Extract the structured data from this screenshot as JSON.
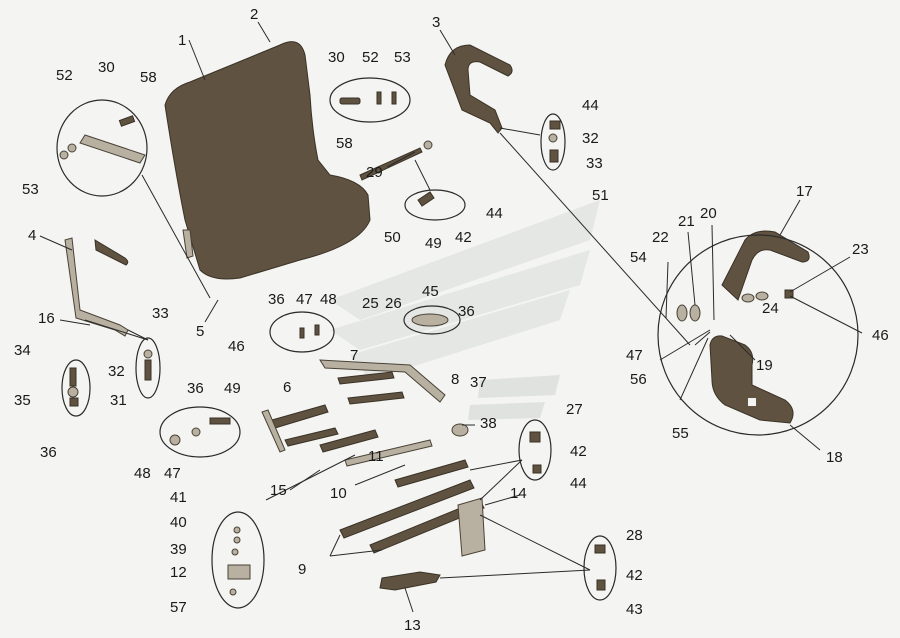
{
  "diagram": {
    "type": "exploded-parts-view",
    "colors": {
      "part": "#5f5240",
      "outline": "#3a3226",
      "background": "#f4f4f2",
      "watermark": "#d9ddd8"
    },
    "labels": [
      {
        "id": "l1",
        "text": "1"
      },
      {
        "id": "l2",
        "text": "2"
      },
      {
        "id": "l3",
        "text": "3"
      },
      {
        "id": "l4",
        "text": "4"
      },
      {
        "id": "l5",
        "text": "5"
      },
      {
        "id": "l6",
        "text": "6"
      },
      {
        "id": "l7",
        "text": "7"
      },
      {
        "id": "l8",
        "text": "8"
      },
      {
        "id": "l9",
        "text": "9"
      },
      {
        "id": "l10",
        "text": "10"
      },
      {
        "id": "l11",
        "text": "11"
      },
      {
        "id": "l12",
        "text": "12"
      },
      {
        "id": "l13",
        "text": "13"
      },
      {
        "id": "l14",
        "text": "14"
      },
      {
        "id": "l15",
        "text": "15"
      },
      {
        "id": "l16",
        "text": "16"
      },
      {
        "id": "l17",
        "text": "17"
      },
      {
        "id": "l18",
        "text": "18"
      },
      {
        "id": "l19",
        "text": "19"
      },
      {
        "id": "l20",
        "text": "20"
      },
      {
        "id": "l21",
        "text": "21"
      },
      {
        "id": "l22",
        "text": "22"
      },
      {
        "id": "l23",
        "text": "23"
      },
      {
        "id": "l24",
        "text": "24"
      },
      {
        "id": "l25",
        "text": "25"
      },
      {
        "id": "l26",
        "text": "26"
      },
      {
        "id": "l27",
        "text": "27"
      },
      {
        "id": "l28",
        "text": "28"
      },
      {
        "id": "l29",
        "text": "29"
      },
      {
        "id": "l30a",
        "text": "30"
      },
      {
        "id": "l30b",
        "text": "30"
      },
      {
        "id": "l31",
        "text": "31"
      },
      {
        "id": "l32a",
        "text": "32"
      },
      {
        "id": "l32b",
        "text": "32"
      },
      {
        "id": "l33a",
        "text": "33"
      },
      {
        "id": "l33b",
        "text": "33"
      },
      {
        "id": "l34",
        "text": "34"
      },
      {
        "id": "l35",
        "text": "35"
      },
      {
        "id": "l36a",
        "text": "36"
      },
      {
        "id": "l36b",
        "text": "36"
      },
      {
        "id": "l36c",
        "text": "36"
      },
      {
        "id": "l36d",
        "text": "36"
      },
      {
        "id": "l37",
        "text": "37"
      },
      {
        "id": "l38",
        "text": "38"
      },
      {
        "id": "l39",
        "text": "39"
      },
      {
        "id": "l40",
        "text": "40"
      },
      {
        "id": "l41",
        "text": "41"
      },
      {
        "id": "l42a",
        "text": "42"
      },
      {
        "id": "l42b",
        "text": "42"
      },
      {
        "id": "l42c",
        "text": "42"
      },
      {
        "id": "l43",
        "text": "43"
      },
      {
        "id": "l44a",
        "text": "44"
      },
      {
        "id": "l44b",
        "text": "44"
      },
      {
        "id": "l44c",
        "text": "44"
      },
      {
        "id": "l45",
        "text": "45"
      },
      {
        "id": "l46a",
        "text": "46"
      },
      {
        "id": "l46b",
        "text": "46"
      },
      {
        "id": "l47a",
        "text": "47"
      },
      {
        "id": "l47b",
        "text": "47"
      },
      {
        "id": "l47c",
        "text": "47"
      },
      {
        "id": "l48a",
        "text": "48"
      },
      {
        "id": "l48b",
        "text": "48"
      },
      {
        "id": "l49a",
        "text": "49"
      },
      {
        "id": "l49b",
        "text": "49"
      },
      {
        "id": "l50",
        "text": "50"
      },
      {
        "id": "l51",
        "text": "51"
      },
      {
        "id": "l52a",
        "text": "52"
      },
      {
        "id": "l52b",
        "text": "52"
      },
      {
        "id": "l53a",
        "text": "53"
      },
      {
        "id": "l53b",
        "text": "53"
      },
      {
        "id": "l54",
        "text": "54"
      },
      {
        "id": "l55",
        "text": "55"
      },
      {
        "id": "l56",
        "text": "56"
      },
      {
        "id": "l57",
        "text": "57"
      },
      {
        "id": "l58a",
        "text": "58"
      },
      {
        "id": "l58b",
        "text": "58"
      }
    ]
  }
}
